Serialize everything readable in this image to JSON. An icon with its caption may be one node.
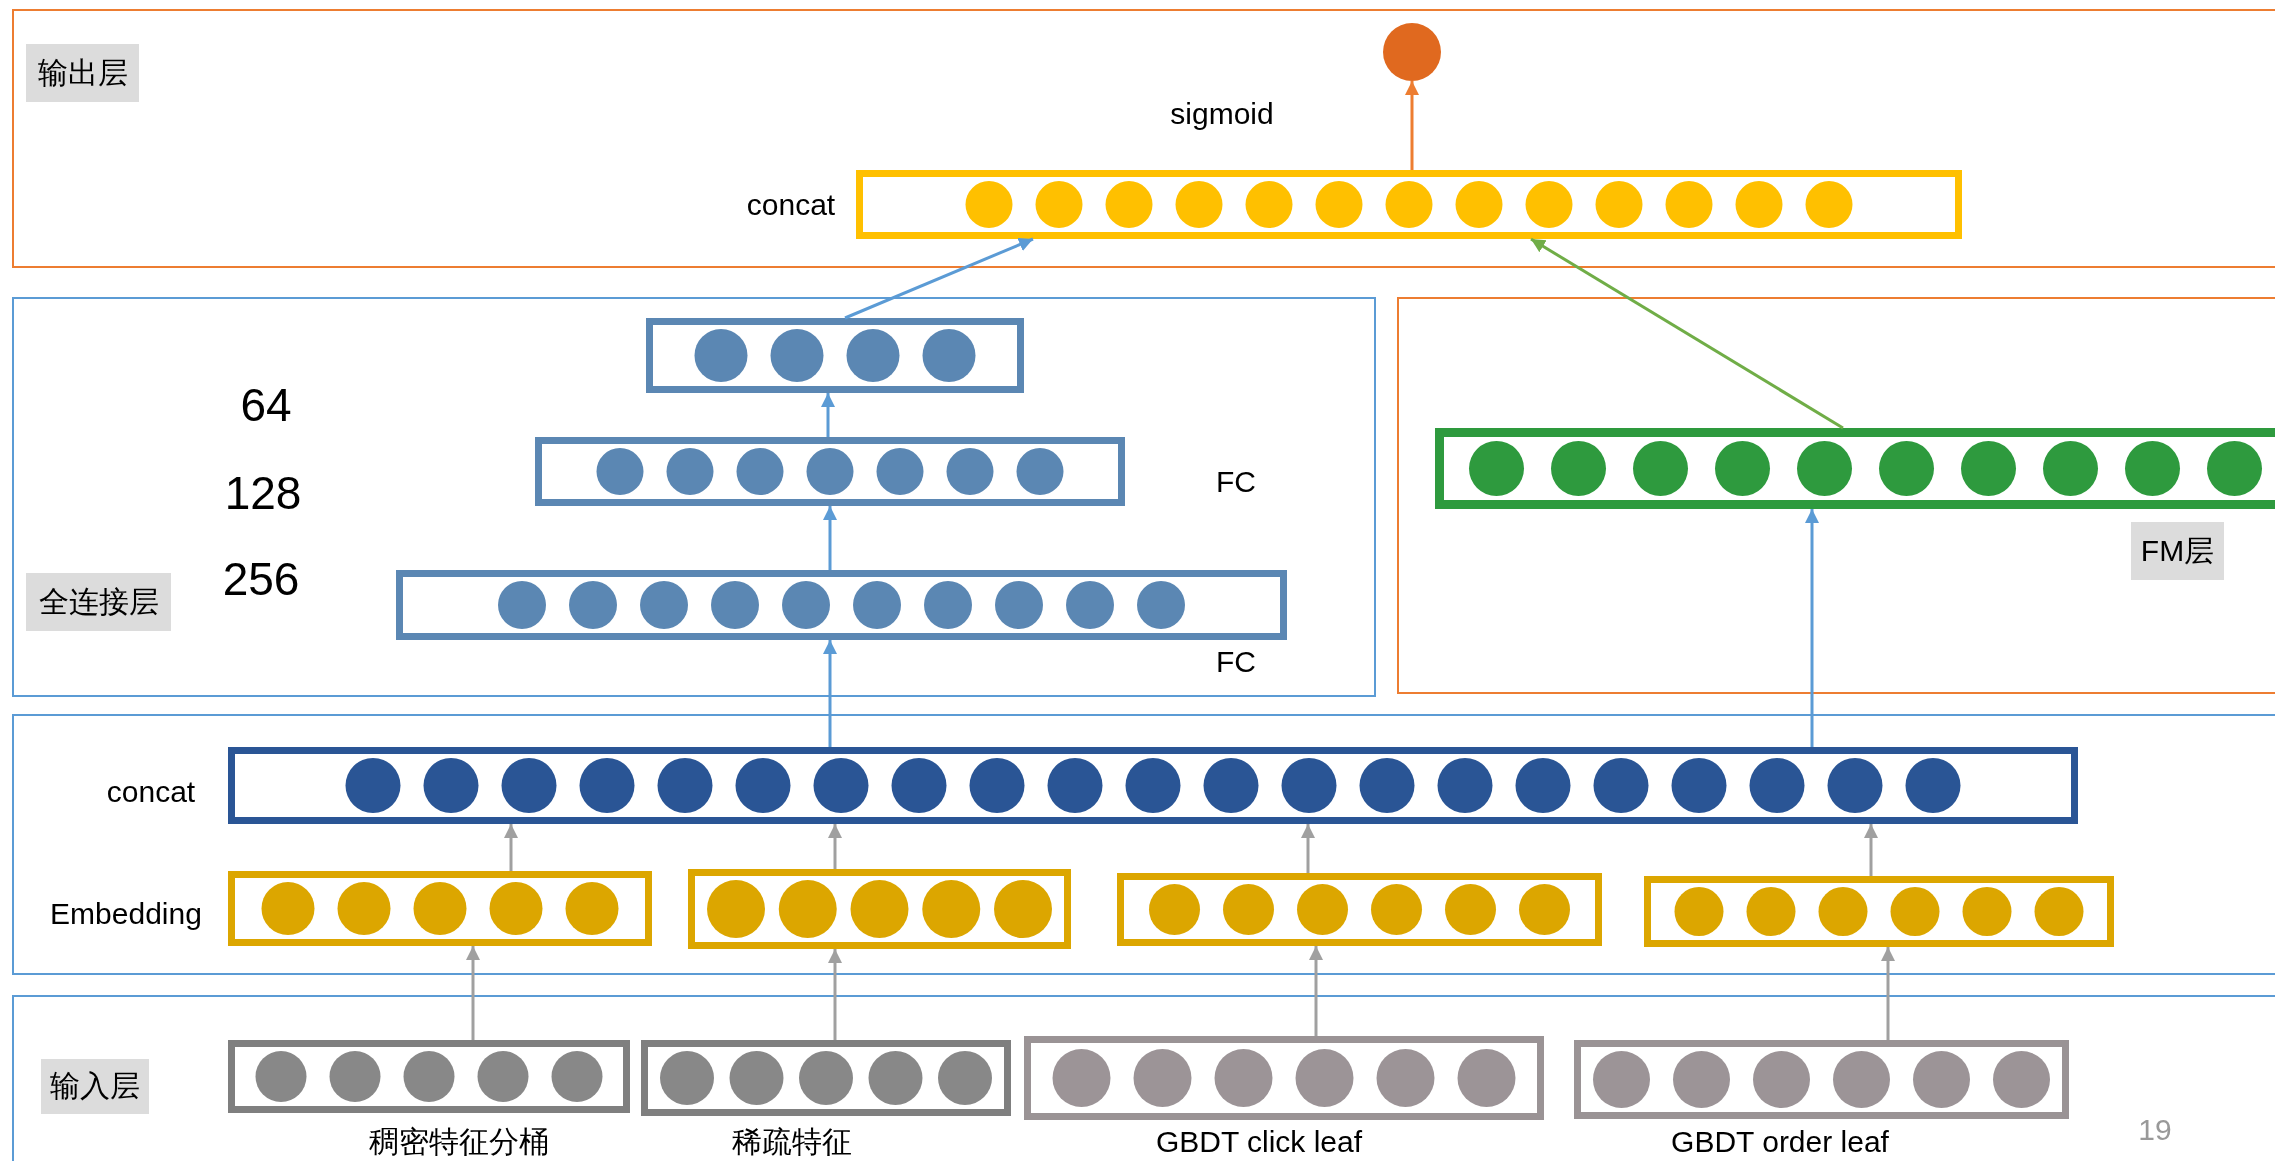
{
  "diagram": {
    "nodes": [
      {
        "text": [
          "输出层"
        ]
      },
      {
        "text": [],
        "shape": "circle",
        "in": 0
      },
      {
        "text": [],
        "shape": "box",
        "in": 0,
        "beside": [
          "concat"
        ]
      },
      {
        "text": [
          "全连接层"
        ]
      },
      {
        "text": [],
        "shape": "box",
        "in": 3
      },
      {
        "text": [],
        "shape": "box",
        "in": 3
      },
      {
        "text": [],
        "shape": "box",
        "in": 3
      },
      {
        "text": [
          "FM层"
        ]
      },
      {
        "text": [],
        "shape": "box",
        "in": 7
      },
      {
        "text": [],
        "shape": "box"
      },
      {
        "text": [],
        "shape": "box",
        "in": 9,
        "beside": [
          "concat"
        ]
      },
      {
        "text": [],
        "shape": "box",
        "in": 9,
        "beside": [
          "Embedding"
        ]
      },
      {
        "text": [],
        "shape": "box",
        "in": 9
      },
      {
        "text": [],
        "shape": "box",
        "in": 9
      },
      {
        "text": [],
        "shape": "box",
        "in": 9
      },
      {
        "text": [
          "输入层"
        ]
      },
      {
        "text": [],
        "shape": "box",
        "in": 15,
        "beside": [
          "稠密特征分桶"
        ]
      },
      {
        "text": [],
        "shape": "box",
        "in": 15,
        "beside": [
          "稀疏特征"
        ]
      },
      {
        "text": [],
        "shape": "box",
        "in": 15,
        "beside": [
          "GBDT click leaf"
        ]
      },
      {
        "text": [],
        "shape": "box",
        "in": 15,
        "beside": [
          "GBDT order leaf"
        ]
      }
    ],
    "edges": [
      {
        "from": 2,
        "to": 1,
        "arrow": "to",
        "label": "sigmoid",
        "color": "#ed7d31"
      },
      {
        "from": 4,
        "to": 2,
        "arrow": "to",
        "color": "#5b9bd5"
      },
      {
        "from": 8,
        "to": 2,
        "arrow": "to",
        "color": "#70ad47"
      },
      {
        "from": 5,
        "to": 4,
        "arrow": "to",
        "color": "#5b9bd5"
      },
      {
        "from": 6,
        "to": 5,
        "arrow": "to",
        "color": "#5b9bd5"
      },
      {
        "from": 10,
        "to": 6,
        "arrow": "to",
        "color": "#5b9bd5"
      },
      {
        "from": 10,
        "to": 8,
        "arrow": "to",
        "color": "#5b9bd5"
      },
      {
        "from": 11,
        "to": 10,
        "arrow": "to"
      },
      {
        "from": 12,
        "to": 10,
        "arrow": "to"
      },
      {
        "from": 13,
        "to": 10,
        "arrow": "to"
      },
      {
        "from": 14,
        "to": 10,
        "arrow": "to"
      },
      {
        "from": 16,
        "to": 11,
        "arrow": "to"
      },
      {
        "from": 17,
        "to": 12,
        "arrow": "to"
      },
      {
        "from": 18,
        "to": 13,
        "arrow": "to"
      },
      {
        "from": 19,
        "to": 14,
        "arrow": "to"
      }
    ],
    "labels": [
      "64",
      "128",
      "FC",
      "256",
      "FC",
      "19"
    ]
  }
}
